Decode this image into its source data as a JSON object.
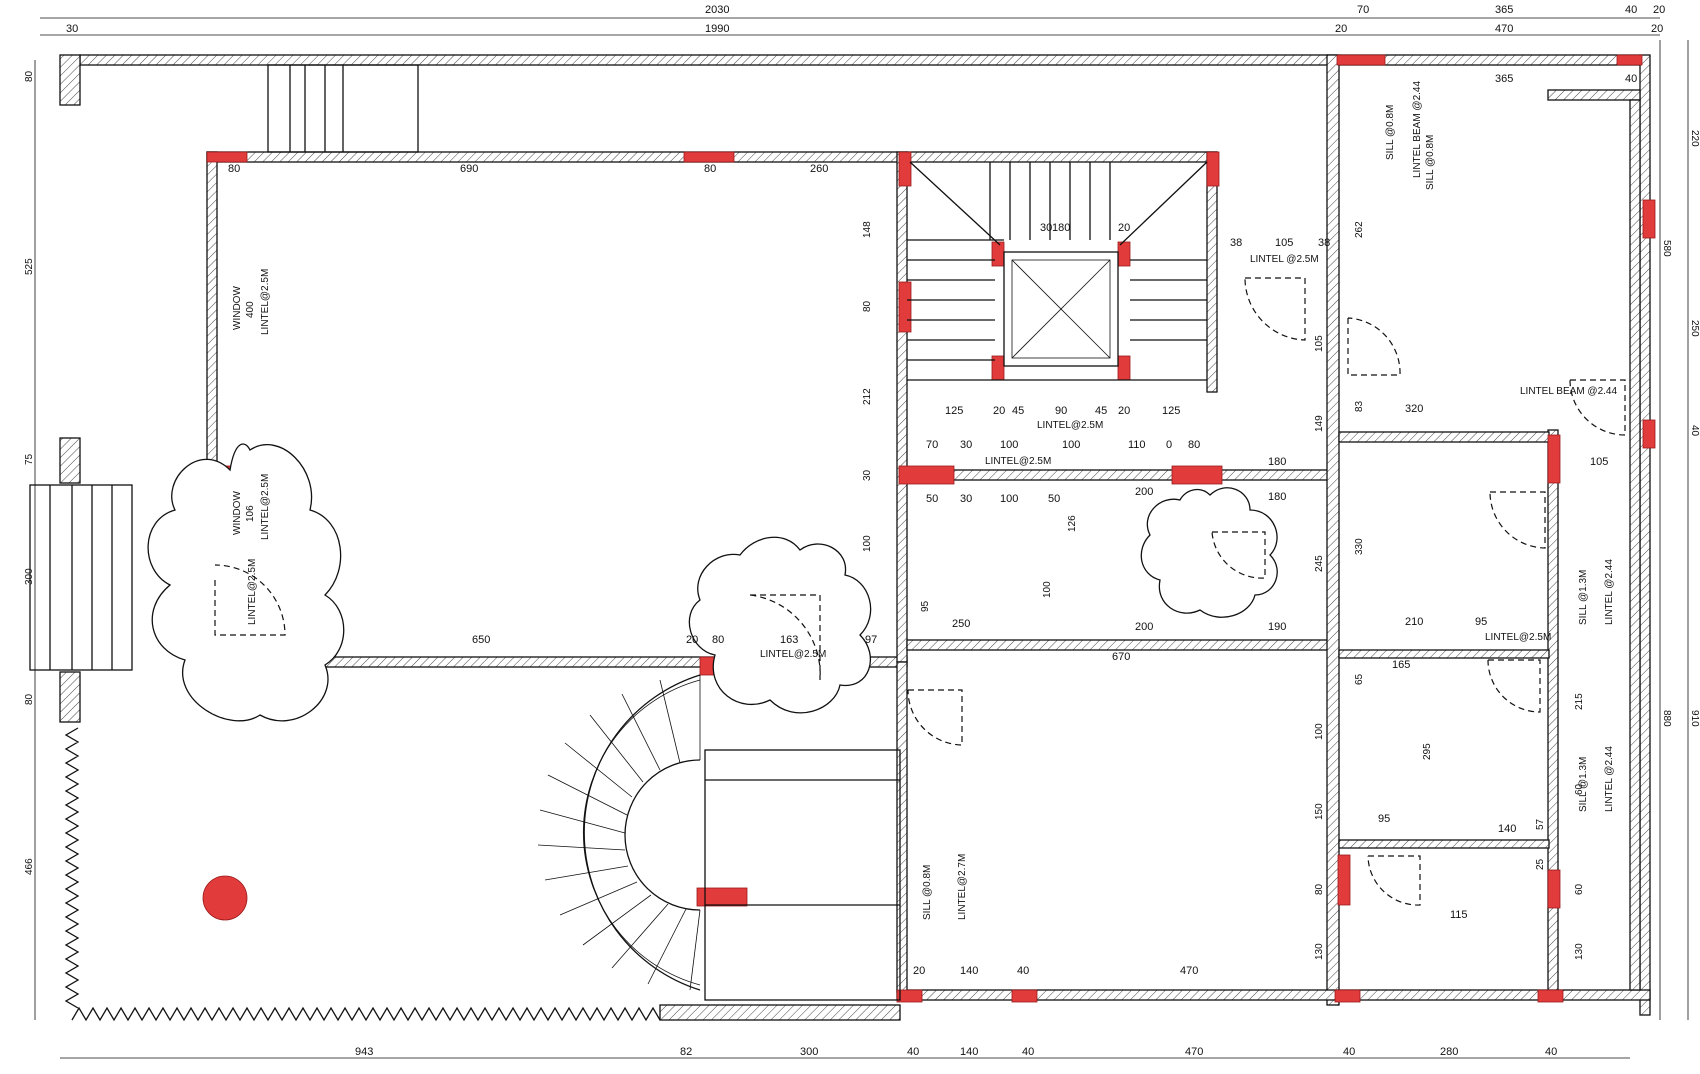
{
  "accent": "#e23b3b",
  "dims_top": [
    "2030",
    "1990",
    "30",
    "70",
    "365",
    "40",
    "20",
    "470",
    "20",
    "20",
    "365",
    "40"
  ],
  "dims_left": [
    "80",
    "525",
    "75",
    "300",
    "80",
    "466"
  ],
  "dims_right": [
    "220",
    "580",
    "250",
    "40",
    "880",
    "910"
  ],
  "dims_bottom": [
    "943",
    "82",
    "300",
    "40",
    "140",
    "40",
    "470",
    "40",
    "280",
    "40"
  ],
  "room_dims": [
    "80",
    "690",
    "80",
    "260",
    "650",
    "20",
    "80",
    "163",
    "97",
    "30",
    "180",
    "20",
    "38",
    "105",
    "38",
    "125",
    "20",
    "45",
    "90",
    "45",
    "20",
    "125",
    "70",
    "30",
    "100",
    "100",
    "110",
    "0",
    "80",
    "180",
    "50",
    "30",
    "100",
    "50",
    "200",
    "180",
    "250",
    "200",
    "190",
    "670",
    "320",
    "105",
    "210",
    "95",
    "165",
    "95",
    "140",
    "115",
    "140",
    "470",
    "40",
    "20",
    "148",
    "80",
    "212",
    "30",
    "100",
    "95",
    "126",
    "100",
    "262",
    "105",
    "83",
    "149",
    "330",
    "245",
    "65",
    "100",
    "150",
    "80",
    "130",
    "295",
    "215",
    "60",
    "57",
    "25",
    "60",
    "130"
  ],
  "labels": {
    "window1": "WINDOW",
    "window1_w": "400",
    "window1_l": "LINTEL@2.5M",
    "window2": "WINDOW",
    "window2_w": "106",
    "window2_l": "LINTEL@2.5M",
    "lintel_a": "LINTEL@2.5M",
    "lintel_b": "LINTEL@2.5M",
    "lintel_c": "LINTEL@2.5M",
    "lintel_d": "LINTEL @2.5M",
    "lintel_e": "LINTEL@2.5M",
    "lintel_f": "LINTEL@2.5M",
    "lintel_beam": "LINTEL BEAM @2.44",
    "sill_a": "SILL @0.8M",
    "sill_b": "SILL @0.8M",
    "lintel_g": "LINTEL@2.7M",
    "top_sill": "SILL @0.8M",
    "top_lintel": "LINTEL BEAM @2.44",
    "right_sill1": "SILL @1.3M",
    "right_lintel1": "LINTEL @2.44",
    "right_sill2": "SILL @1.3M",
    "right_lintel2": "LINTEL @2.44"
  }
}
